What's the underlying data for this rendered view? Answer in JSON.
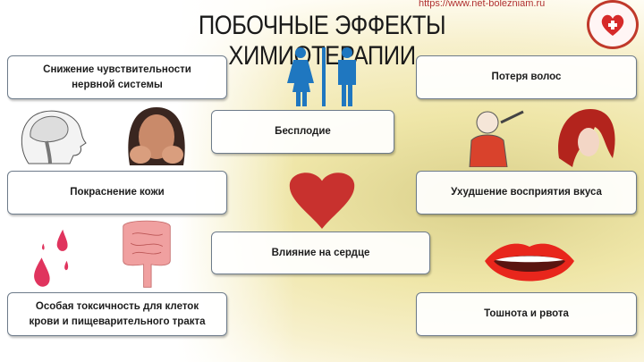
{
  "title": "ПОБОЧНЫЕ ЭФФЕКТЫ ХИМИОТЕРАПИИ",
  "url": "https://www.net-bolezniam.ru",
  "colors": {
    "accent_blue": "#1f77c0",
    "heart_red": "#c8312e",
    "drop_pink": "#e0345e",
    "lips_red": "#e8261c"
  },
  "effects": [
    {
      "label": "Снижение чувствительности\nнервной системы"
    },
    {
      "label": "Покраснение кожи"
    },
    {
      "label": "Особая токсичность для клеток\nкрови и пищеварительного тракта"
    },
    {
      "label": "Бесплодие"
    },
    {
      "label": "Влияние на сердце"
    },
    {
      "label": "Потеря волос"
    },
    {
      "label": "Ухудшение восприятия вкуса"
    },
    {
      "label": "Тошнота и рвота"
    }
  ]
}
